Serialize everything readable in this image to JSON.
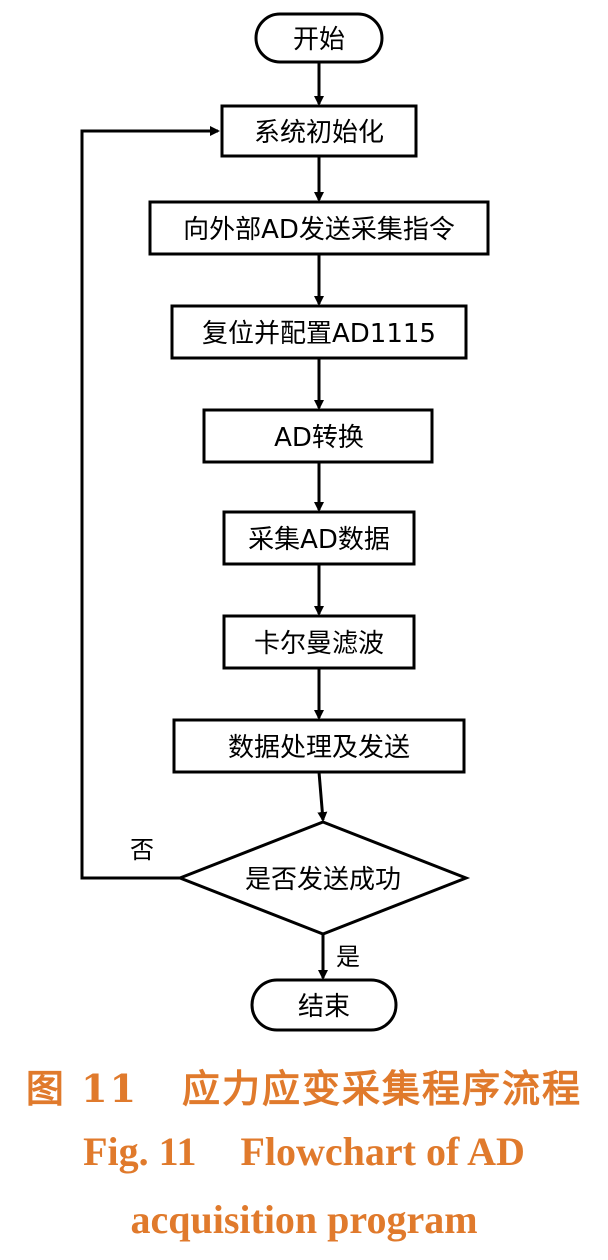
{
  "nodes": {
    "start": "开始",
    "init": "系统初始化",
    "send_cmd": "向外部AD发送采集指令",
    "reset_config": "复位并配置AD1115",
    "convert": "AD转换",
    "collect": "采集AD数据",
    "kalman": "卡尔曼滤波",
    "process_send": "数据处理及发送",
    "decision": "是否发送成功",
    "end": "结束"
  },
  "edges": {
    "no_label": "否",
    "yes_label": "是"
  },
  "caption": {
    "cn_fig": "图 11",
    "cn_title": "应力应变采集程序流程",
    "en_fig": "Fig. 11",
    "en_title_1": "Flowchart of AD",
    "en_title_2": "acquisition program"
  }
}
